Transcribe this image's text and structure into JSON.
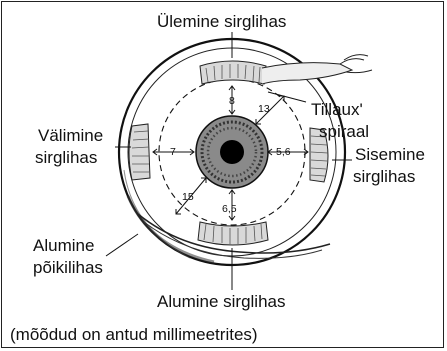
{
  "labels": {
    "superior_rectus": "Ülemine sirglihas",
    "lateral_rectus_line1": "Välimine",
    "lateral_rectus_line2": "sirglihas",
    "spiral_line1": "Tillaux'",
    "spiral_line2": "spiraal",
    "medial_rectus_line1": "Sisemine",
    "medial_rectus_line2": "sirglihas",
    "inferior_oblique_line1": "Alumine",
    "inferior_oblique_line2": "põikilihas",
    "inferior_rectus": "Alumine sirglihas"
  },
  "distances": {
    "superior": "8",
    "superior_oblique": "13",
    "lateral": "7",
    "medial": "5,6",
    "inferior": "6,5",
    "inferior_oblique": "15"
  },
  "footnote": "(mõõdud on antud millimeetrites)"
}
